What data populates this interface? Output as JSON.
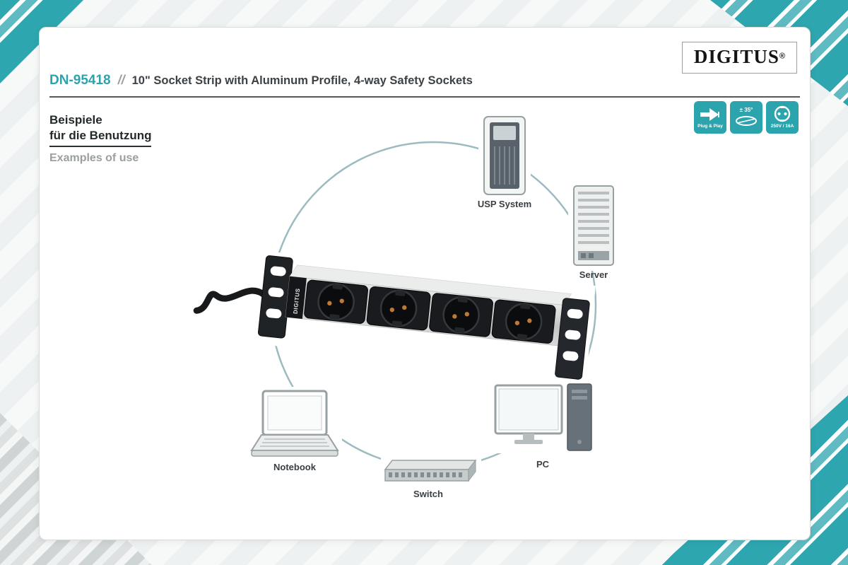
{
  "page": {
    "brand": "DIGITUS",
    "registered": "®",
    "model": "DN-95418",
    "separator": "//",
    "title": "10\" Socket Strip with Aluminum Profile, 4-way Safety Sockets",
    "heading_de_line1": "Beispiele",
    "heading_de_line2": "für die Benutzung",
    "heading_en": "Examples of use"
  },
  "badges": [
    {
      "name": "plug-and-play",
      "label": "Plug & Play"
    },
    {
      "name": "tilt-angle",
      "label": "± 35°"
    },
    {
      "name": "power-rating",
      "label": "250V / 16A"
    }
  ],
  "diagram": {
    "product_brand": "DIGITUS",
    "devices": [
      {
        "id": "usp-system",
        "label": "USP System"
      },
      {
        "id": "server",
        "label": "Server"
      },
      {
        "id": "pc",
        "label": "PC"
      },
      {
        "id": "switch",
        "label": "Switch"
      },
      {
        "id": "notebook",
        "label": "Notebook"
      }
    ]
  },
  "colors": {
    "accent": "#2ba4ae",
    "dark_text": "#3c4145",
    "muted_text": "#9aa0a2",
    "circle_stroke": "#9cbbc0"
  }
}
